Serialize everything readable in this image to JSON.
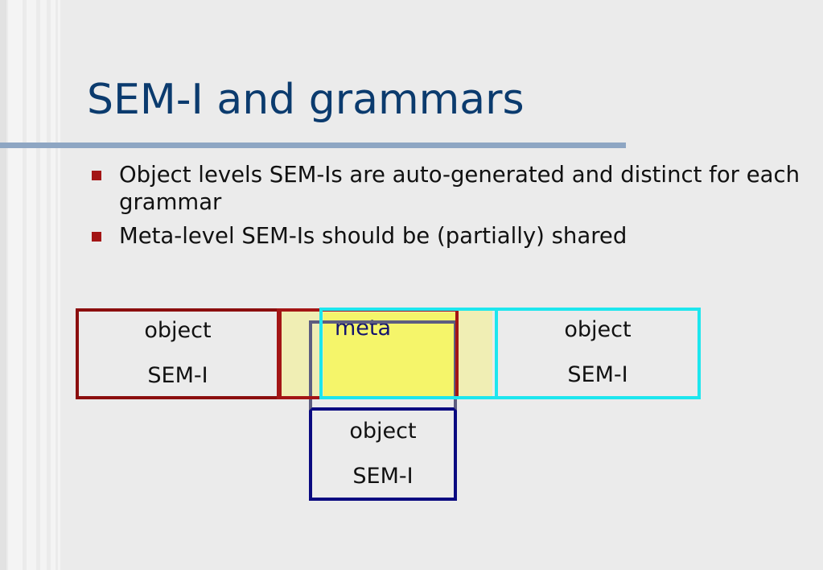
{
  "slide": {
    "title": "SEM-I and grammars",
    "bullets": [
      "Object levels SEM-Is are auto-generated and distinct for each grammar",
      "Meta-level SEM-Is should be (partially) shared"
    ]
  },
  "diagram": {
    "left_object": {
      "line1": "object",
      "line2": "SEM-I",
      "border_color": "#8b0e0e"
    },
    "meta": {
      "label": "meta",
      "color": "#f5f56a"
    },
    "right_object": {
      "line1": "object",
      "line2": "SEM-I",
      "border_color": "#1de6ee"
    },
    "bottom_object": {
      "line1": "object",
      "line2": "SEM-I",
      "border_color": "#0a0a80"
    }
  }
}
